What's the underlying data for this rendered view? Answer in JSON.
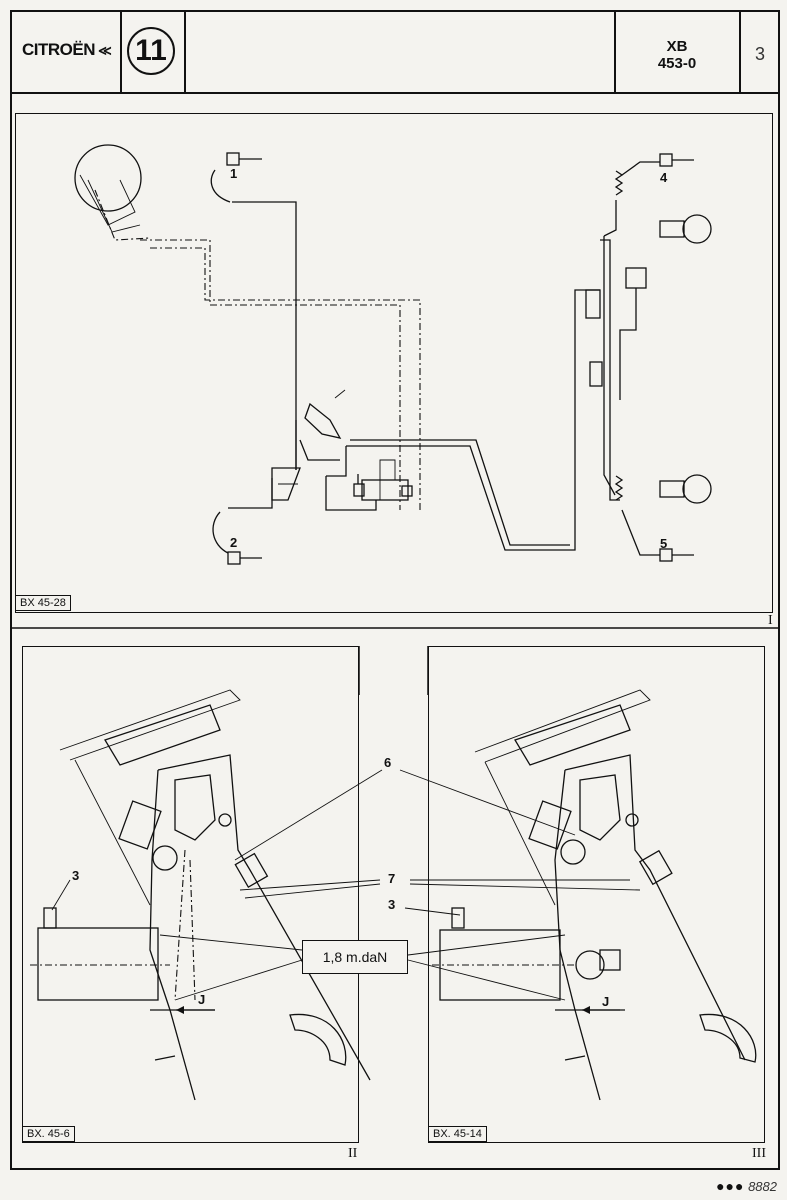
{
  "header": {
    "brand": "CITROËN",
    "chapter": "11",
    "model_line1": "XB",
    "model_line2": "453-0",
    "page": "3"
  },
  "panels": [
    {
      "ref": "BX 45-28",
      "roman": "I"
    },
    {
      "ref": "BX. 45-6",
      "roman": "II"
    },
    {
      "ref": "BX. 45-14",
      "roman": "III"
    }
  ],
  "callouts": {
    "c1": "1",
    "c2": "2",
    "c3a": "3",
    "c3b": "3",
    "c4": "4",
    "c5": "5",
    "c6": "6",
    "c7": "7",
    "j1": "J",
    "j2": "J"
  },
  "torque_label": "1,8 m.daN",
  "footer": {
    "dots": "●●●",
    "code": "8882"
  }
}
